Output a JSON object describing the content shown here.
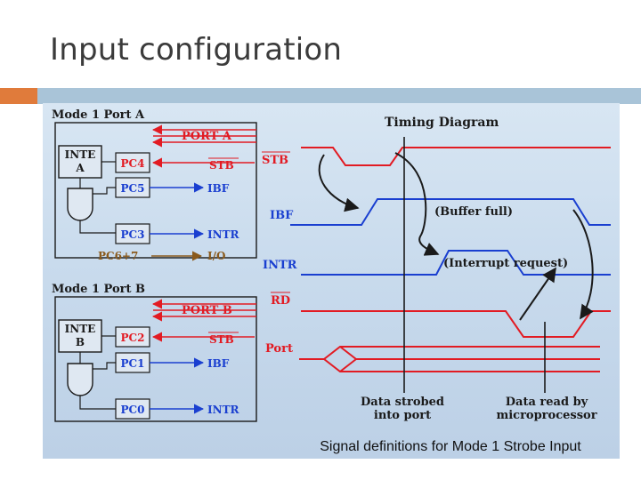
{
  "slide": {
    "title": "Input configuration"
  },
  "diagram": {
    "portA": {
      "heading": "Mode 1 Port A",
      "inte": [
        "INTE",
        "A"
      ],
      "port_label": "PORT A",
      "pins": [
        {
          "pin": "PC4",
          "signal": "STB"
        },
        {
          "pin": "PC5",
          "signal": "IBF"
        },
        {
          "pin": "PC3",
          "signal": "INTR"
        }
      ],
      "io_pin": "PC6+7",
      "io_signal": "I/O"
    },
    "portB": {
      "heading": "Mode 1 Port B",
      "inte": [
        "INTE",
        "B"
      ],
      "port_label": "PORT B",
      "pins": [
        {
          "pin": "PC2",
          "signal": "STB"
        },
        {
          "pin": "PC1",
          "signal": "IBF"
        },
        {
          "pin": "PC0",
          "signal": "INTR"
        }
      ]
    },
    "timing": {
      "title": "Timing Diagram",
      "signals": [
        "STB",
        "IBF",
        "INTR",
        "RD",
        "Port"
      ],
      "annotations": {
        "buffer_full": "(Buffer full)",
        "interrupt_request": "(Interrupt request)",
        "strobed": [
          "Data strobed",
          "into port"
        ],
        "read": [
          "Data read by",
          "microprocessor"
        ]
      }
    },
    "caption": "Signal definitions for Mode 1 Strobe Input",
    "colors": {
      "red": "#e21b23",
      "blue": "#1a3fd0",
      "brown": "#8a5a1c",
      "ink": "#1a1a1a"
    }
  }
}
